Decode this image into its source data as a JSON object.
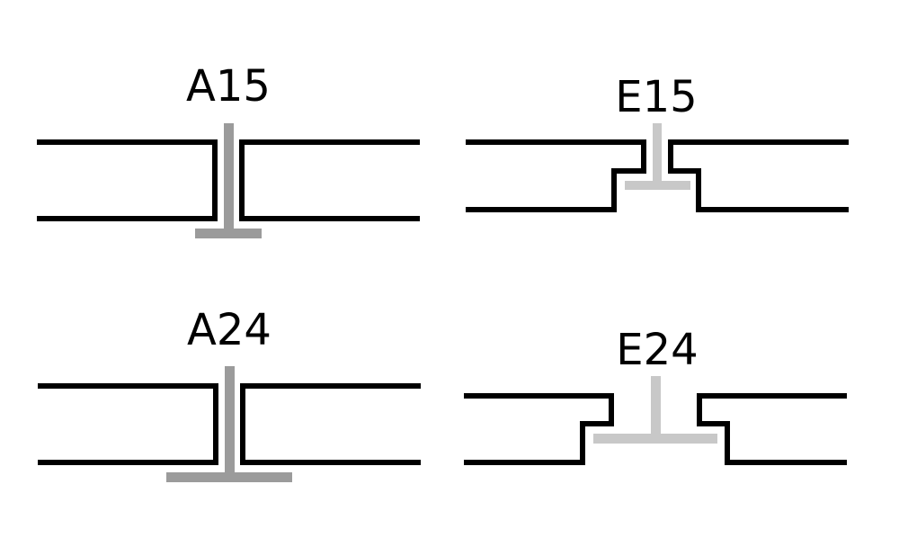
{
  "colors": {
    "background": "#ffffff",
    "panel_outline": "#000000",
    "grid_a_series": "#9b9b9b",
    "grid_e_series": "#c8c8c8"
  },
  "details": [
    {
      "id": "a15",
      "label": "A15"
    },
    {
      "id": "e15",
      "label": "E15"
    },
    {
      "id": "a24",
      "label": "A24"
    },
    {
      "id": "e24",
      "label": "E24"
    }
  ]
}
